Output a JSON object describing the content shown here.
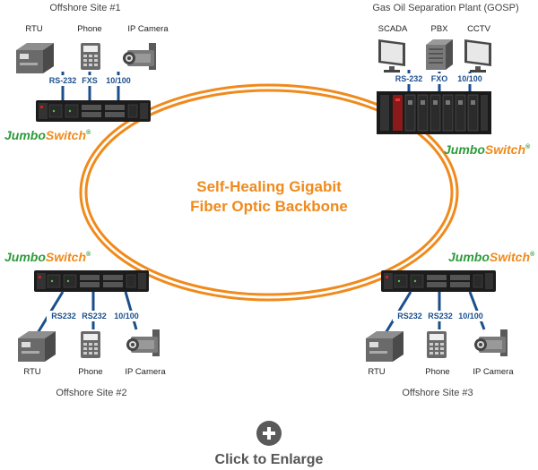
{
  "sites": {
    "site1": {
      "title": "Offshore Site #1",
      "devices": [
        "RTU",
        "Phone",
        "IP Camera"
      ],
      "ports": [
        "RS-232",
        "FXS",
        "10/100"
      ]
    },
    "gosp": {
      "title": "Gas Oil Separation Plant (GOSP)",
      "devices": [
        "SCADA",
        "PBX",
        "CCTV"
      ],
      "ports": [
        "RS-232",
        "FXO",
        "10/100"
      ]
    },
    "site2": {
      "title": "Offshore Site #2",
      "devices": [
        "RTU",
        "Phone",
        "IP Camera"
      ],
      "ports": [
        "RS232",
        "RS232",
        "10/100"
      ]
    },
    "site3": {
      "title": "Offshore Site #3",
      "devices": [
        "RTU",
        "Phone",
        "IP Camera"
      ],
      "ports": [
        "RS232",
        "RS232",
        "10/100"
      ]
    }
  },
  "brand": {
    "name_part1": "Jumbo",
    "name_part2": "Switch",
    "trademark": "®"
  },
  "backbone": {
    "line1": "Self-Healing Gigabit",
    "line2": "Fiber Optic Backbone"
  },
  "enlarge": {
    "label": "Click to Enlarge",
    "icon": "plus-icon"
  },
  "colors": {
    "fiber": "#f08a1c",
    "link": "#1b4f8c",
    "brand_green": "#2e9a3a",
    "brand_orange": "#f08a1c"
  }
}
